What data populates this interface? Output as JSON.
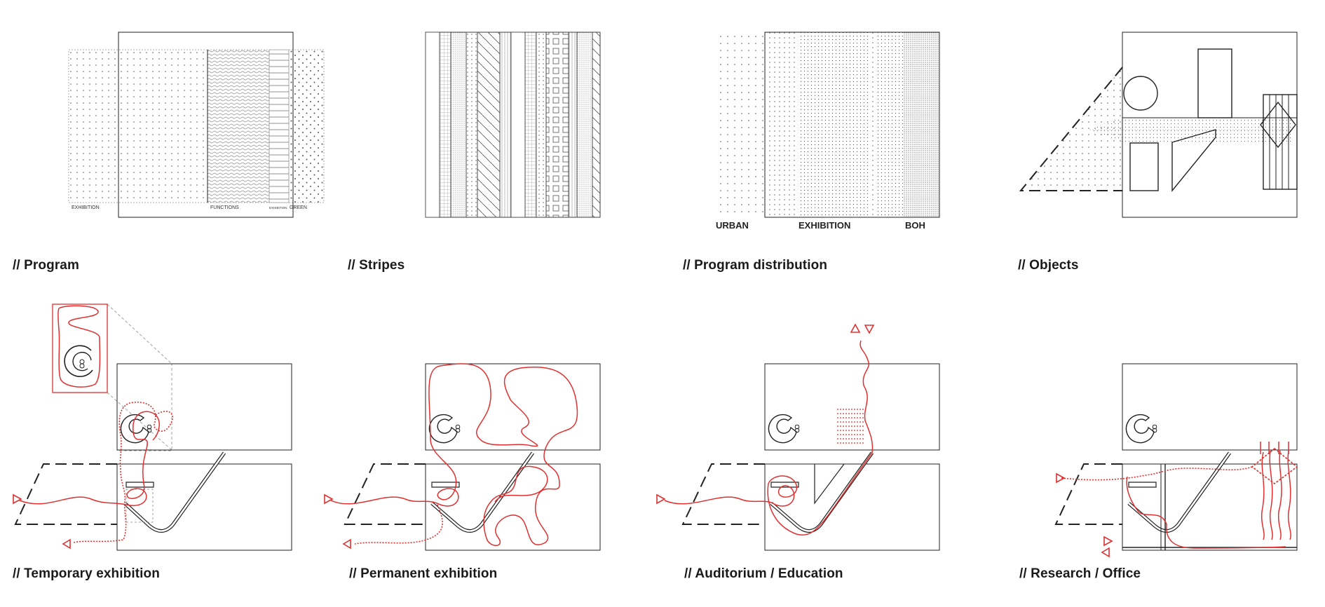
{
  "panels": [
    {
      "id": "program",
      "title": "// Program",
      "labels": [
        "EXHIBITION",
        "FUNCTIONS",
        "EXHIBITION",
        "GREEN"
      ]
    },
    {
      "id": "stripes",
      "title": "// Stripes"
    },
    {
      "id": "program-distribution",
      "title": "// Program distribution",
      "labels": [
        "URBAN",
        "EXHIBITION",
        "BOH"
      ]
    },
    {
      "id": "objects",
      "title": "// Objects"
    },
    {
      "id": "temporary-exhibition",
      "title": "// Temporary exhibition"
    },
    {
      "id": "permanent-exhibition",
      "title": "// Permanent exhibition"
    },
    {
      "id": "auditorium-education",
      "title": "// Auditorium / Education"
    },
    {
      "id": "research-office",
      "title": "// Research / Office"
    }
  ],
  "colors": {
    "line": "#222222",
    "route": "#e03030",
    "background": "#ffffff"
  }
}
